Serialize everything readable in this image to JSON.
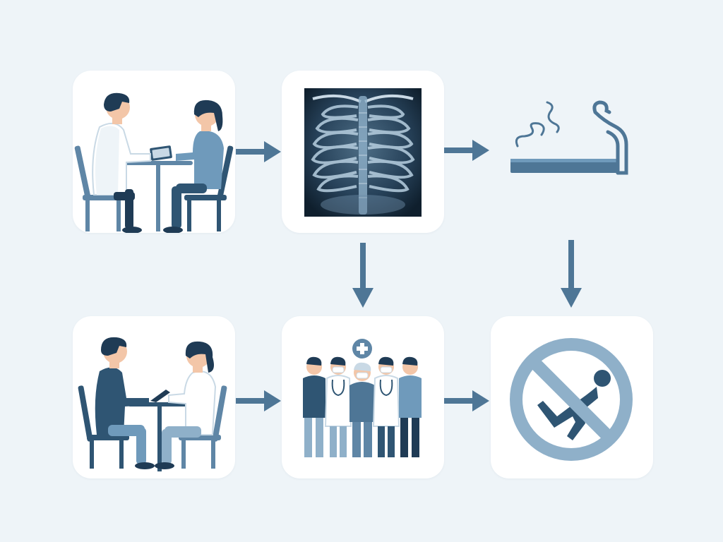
{
  "colors": {
    "background": "#eef4f8",
    "card": "#ffffff",
    "primary": "#2f5573",
    "mid": "#5f86a6",
    "light": "#8fb0c9",
    "pale": "#c9d9e5",
    "skin": "#f3c6a8",
    "hair": "#1f3b55"
  },
  "nodes": [
    {
      "id": "consultation",
      "icon": "doctor-patient-consultation-icon"
    },
    {
      "id": "xray",
      "icon": "chest-xray-icon"
    },
    {
      "id": "smoking",
      "icon": "cigarette-smoke-icon"
    },
    {
      "id": "discussion",
      "icon": "patient-doctor-discussion-icon"
    },
    {
      "id": "care-team",
      "icon": "medical-care-team-icon"
    },
    {
      "id": "prohibition",
      "icon": "no-falling-person-icon"
    }
  ],
  "edges": [
    {
      "from": "consultation",
      "to": "xray"
    },
    {
      "from": "xray",
      "to": "smoking"
    },
    {
      "from": "xray",
      "to": "care-team"
    },
    {
      "from": "smoking",
      "to": "prohibition"
    },
    {
      "from": "discussion",
      "to": "care-team"
    },
    {
      "from": "care-team",
      "to": "prohibition"
    }
  ]
}
